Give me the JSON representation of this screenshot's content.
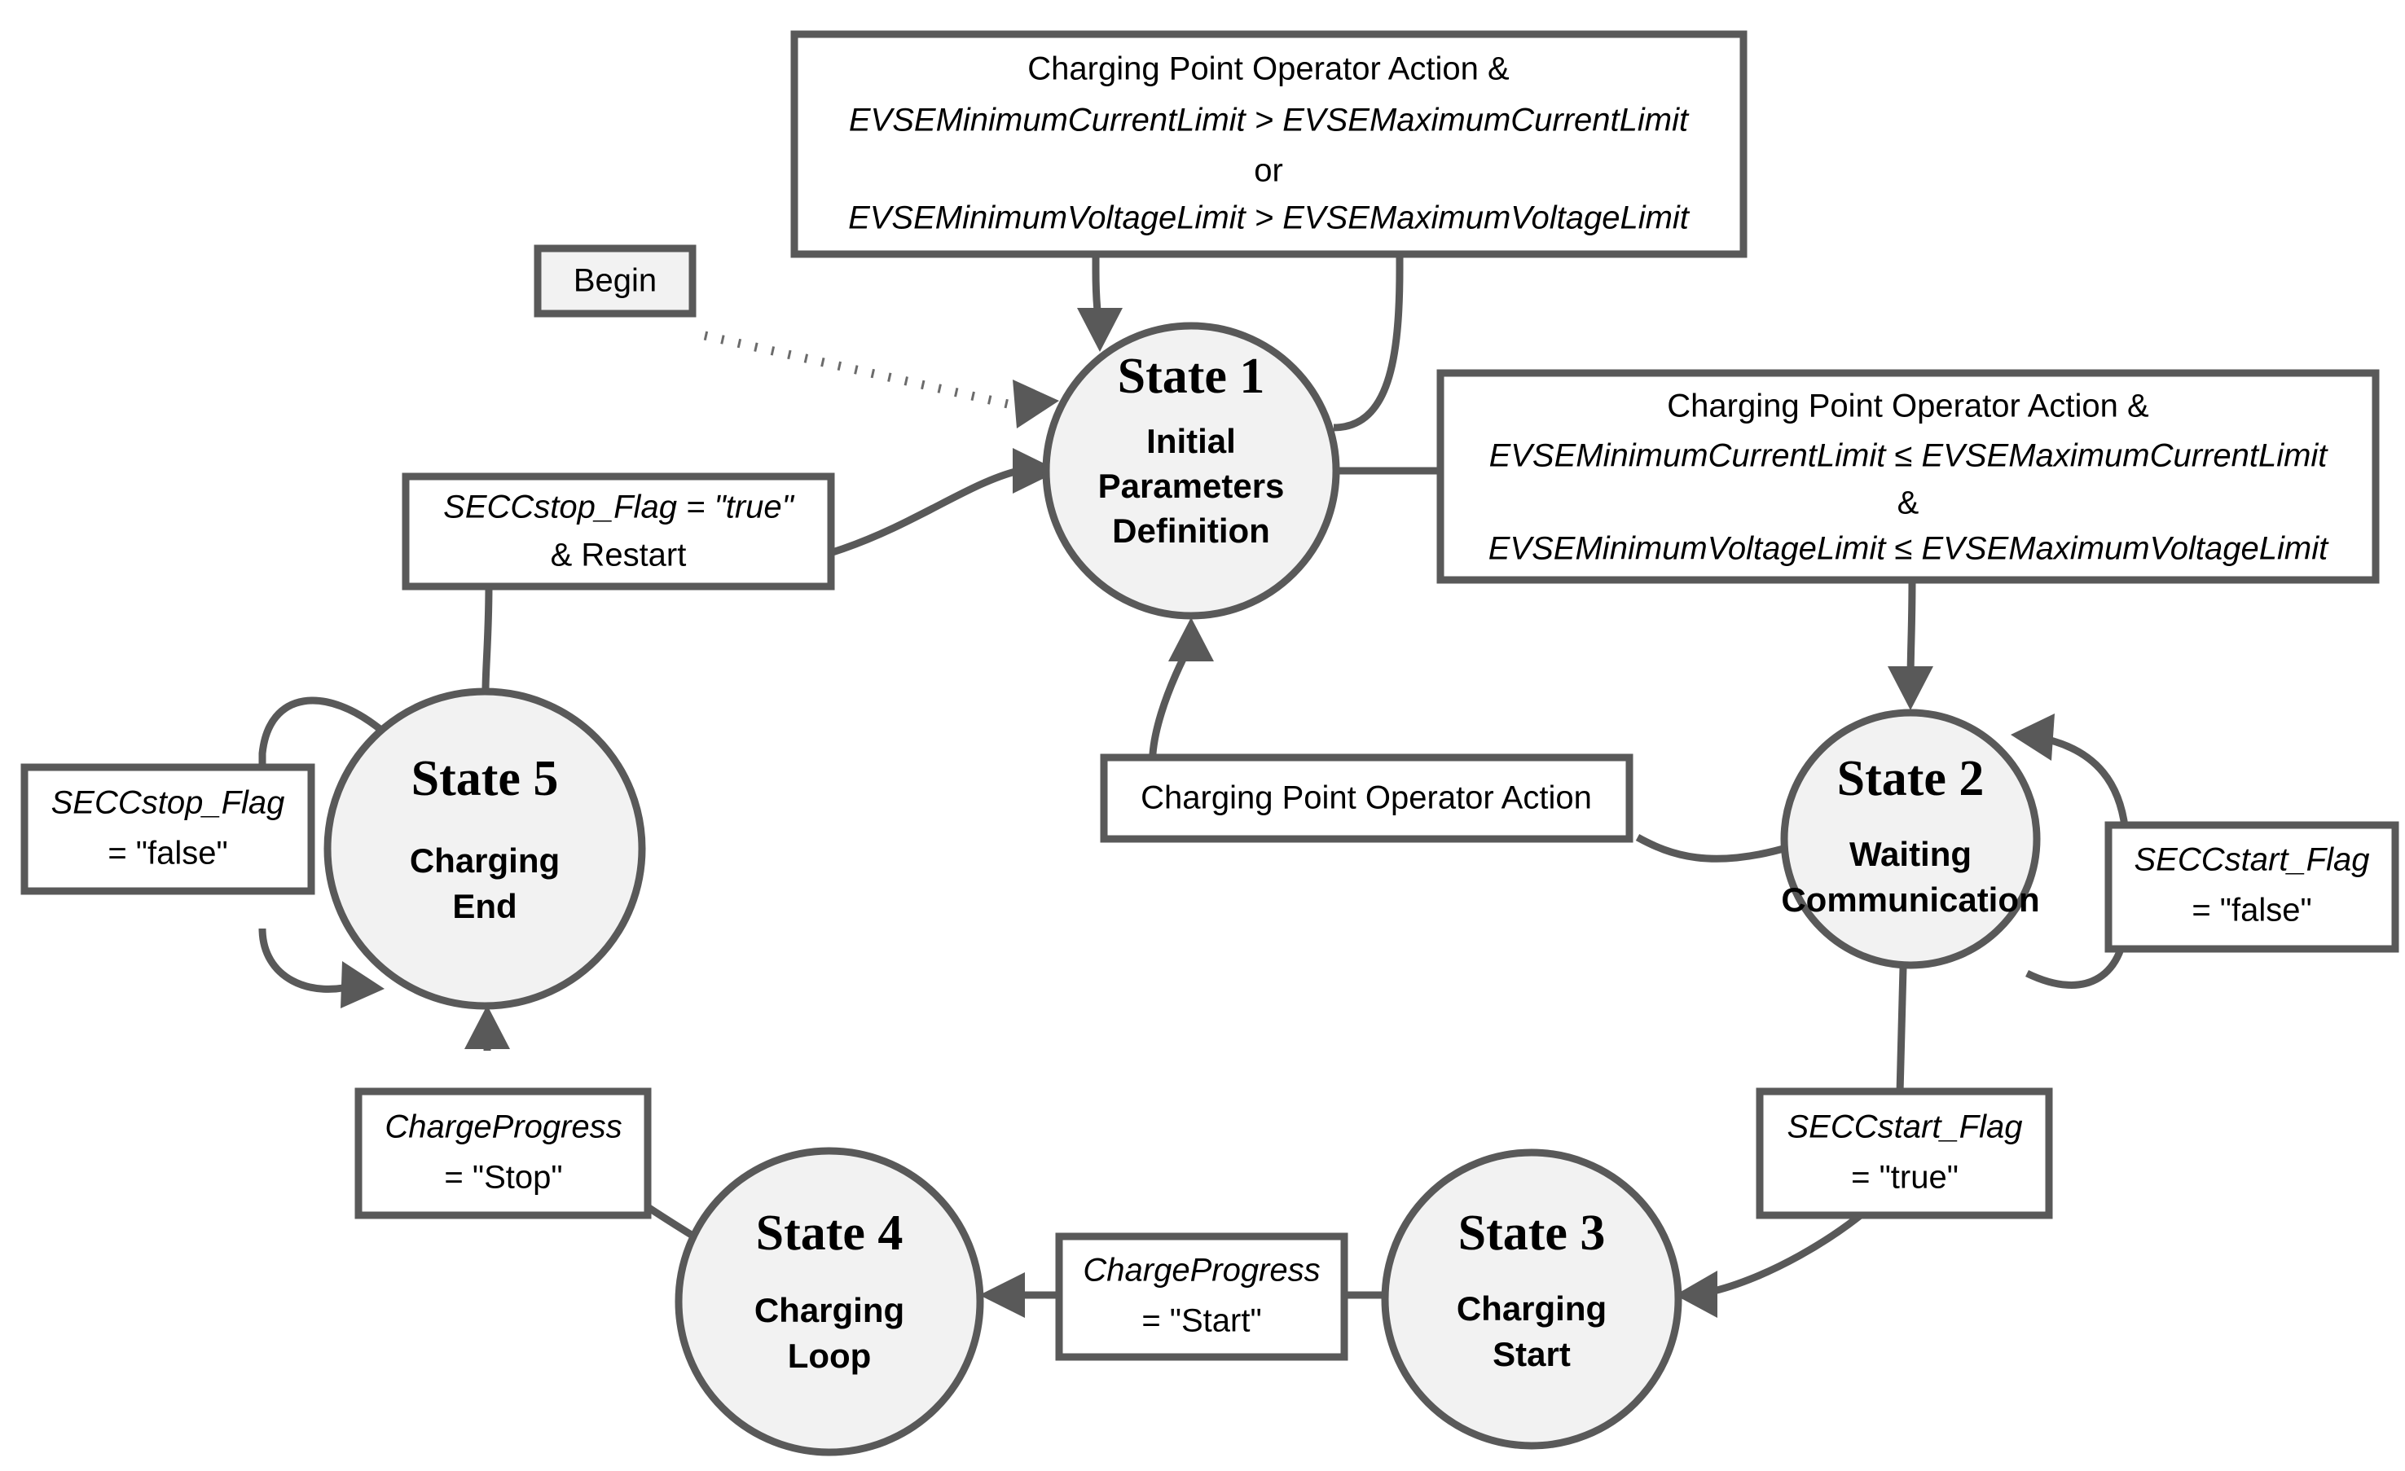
{
  "diagram": {
    "title": "EVSE Charging State Machine",
    "type": "state-machine-diagram",
    "colors": {
      "node_fill": "#f2f2f2",
      "node_stroke": "#595959",
      "box_fill": "#ffffff",
      "box_stroke": "#595959",
      "edge": "#595959",
      "background": "#ffffff",
      "text": "#000000"
    }
  },
  "start": {
    "label": "Begin"
  },
  "states": [
    {
      "id": "state1",
      "title": "State 1",
      "sub_lines": [
        "Initial",
        "Parameters",
        "Definition"
      ]
    },
    {
      "id": "state2",
      "title": "State 2",
      "sub_lines": [
        "Waiting",
        "Communication"
      ]
    },
    {
      "id": "state3",
      "title": "State 3",
      "sub_lines": [
        "Charging",
        "Start"
      ]
    },
    {
      "id": "state4",
      "title": "State 4",
      "sub_lines": [
        "Charging",
        "Loop"
      ]
    },
    {
      "id": "state5",
      "title": "State 5",
      "sub_lines": [
        "Charging",
        "End"
      ]
    }
  ],
  "transitions": {
    "state1_self_loop": {
      "lines": [
        {
          "text": "Charging Point Operator Action &",
          "italic": false
        },
        {
          "text": "EVSEMinimumCurrentLimit > EVSEMaximumCurrentLimit",
          "italic": true
        },
        {
          "text": "or",
          "italic": false
        },
        {
          "text": "EVSEMinimumVoltageLimit > EVSEMaximumVoltageLimit",
          "italic": true
        }
      ]
    },
    "state1_to_state2": {
      "lines": [
        {
          "text": "Charging Point Operator Action &",
          "italic": false
        },
        {
          "text": "EVSEMinimumCurrentLimit ≤ EVSEMaximumCurrentLimit",
          "italic": true
        },
        {
          "text": "&",
          "italic": false
        },
        {
          "text": "EVSEMinimumVoltageLimit ≤ EVSEMaximumVoltageLimit",
          "italic": true
        }
      ]
    },
    "state2_to_state1": {
      "lines": [
        {
          "text": "Charging Point Operator Action",
          "italic": false
        }
      ]
    },
    "state2_self_loop": {
      "lines": [
        {
          "text": "SECCstart_Flag",
          "italic": true
        },
        {
          "text": "= \"false\"",
          "italic": false
        }
      ]
    },
    "state2_to_state3": {
      "lines": [
        {
          "text": "SECCstart_Flag",
          "italic": true
        },
        {
          "text": "= \"true\"",
          "italic": false
        }
      ]
    },
    "state3_to_state4": {
      "lines": [
        {
          "text": "ChargeProgress",
          "italic": true
        },
        {
          "text": "= \"Start\"",
          "italic": false
        }
      ]
    },
    "state4_to_state5": {
      "lines": [
        {
          "text": "ChargeProgress",
          "italic": true
        },
        {
          "text": "= \"Stop\"",
          "italic": false
        }
      ]
    },
    "state5_self_loop": {
      "lines": [
        {
          "text": "SECCstop_Flag",
          "italic": true
        },
        {
          "text": "= \"false\"",
          "italic": false
        }
      ]
    },
    "state5_to_state1": {
      "lines": [
        {
          "text": "SECCstop_Flag = \"true\"",
          "italic": true
        },
        {
          "text": "& Restart",
          "italic": false
        }
      ]
    }
  }
}
